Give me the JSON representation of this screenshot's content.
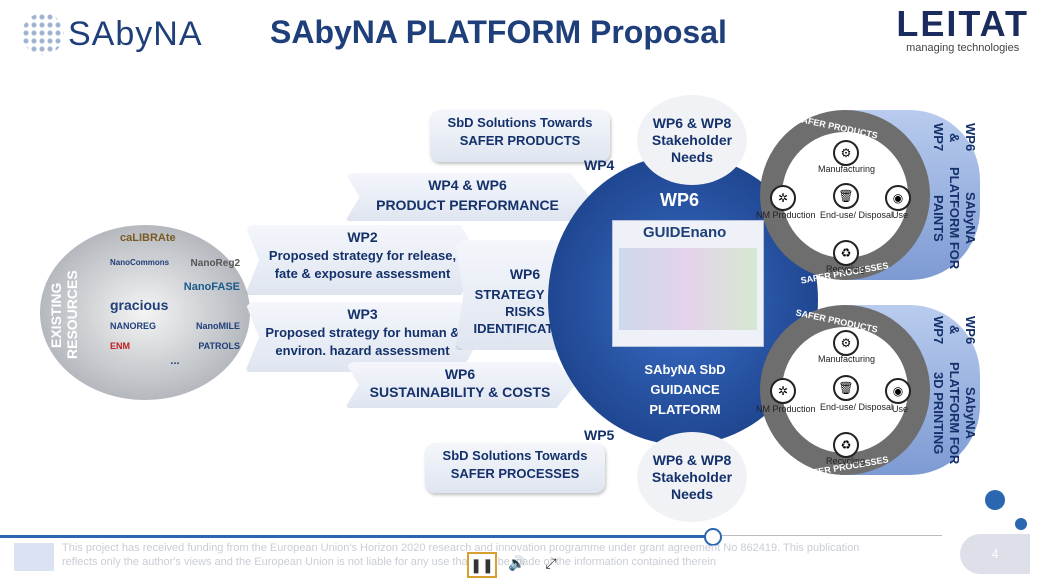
{
  "header": {
    "logo_left": "SAbyNA",
    "title": "SAbyNA PLATFORM Proposal",
    "logo_right_name": "LEITAT",
    "logo_right_sub": "managing technologies"
  },
  "resources": {
    "label": "EXISTING RESOURCES",
    "items": [
      "caLIBRAte",
      "NanoCommons",
      "NanoReg2",
      "NanoFASE",
      "gracious",
      "NANOREG",
      "NanoMILE",
      "ENM",
      "PATROLS",
      "..."
    ]
  },
  "left_boxes": {
    "sbd_products": "SbD Solutions Towards SAFER PRODUCTS",
    "wp4": "WP4",
    "perf_header": "WP4 & WP6",
    "perf_label": "PRODUCT PERFORMANCE",
    "wp2_title": "WP2",
    "wp2_text": "Proposed strategy for release, fate & exposure assessment",
    "wp3_title": "WP3",
    "wp3_text": "Proposed strategy for human & environ. hazard assessment",
    "wp6_mid_title": "WP6",
    "wp6_mid_text": "STRATEGY FOR RISKS IDENTIFICATION",
    "sust_header": "WP6",
    "sust_label": "SUSTAINABILITY & COSTS",
    "wp5": "WP5",
    "sbd_processes": "SbD Solutions Towards SAFER PROCESSES"
  },
  "center": {
    "wp6": "WP6",
    "guide": "GUIDEnano",
    "platform": "SAbyNA SbD GUIDANCE PLATFORM",
    "stakeholder_top": "WP6 & WP8 Stakeholder Needs",
    "stakeholder_bottom": "WP6 & WP8 Stakeholder Needs"
  },
  "cycles": [
    {
      "top": "SAFER PRODUCTS",
      "bottom": "SAFER PROCESSES",
      "nodes": [
        "Manufacturing",
        "NM Production",
        "End-use/ Disposal",
        "Use",
        "Recycling"
      ],
      "side_title": "WP6 & WP7",
      "side_text": "SAbyNA PLATFORM FOR PAINTS"
    },
    {
      "top": "SAFER PRODUCTS",
      "bottom": "SAFER PROCESSES",
      "nodes": [
        "Manufacturing",
        "NM Production",
        "End-use/ Disposal",
        "Use",
        "Recycling"
      ],
      "side_title": "WP6 & WP7",
      "side_text": "SAbyNA PLATFORM FOR 3D PRINTING"
    }
  ],
  "footer": {
    "text": "This project has received funding from the European Union's Horizon 2020 research and innovation programme under grant agreement No 862419. This publication reflects only the author's views and the European Union is not liable for any use that may be made of the information contained therein",
    "slide_number": "4",
    "pause_icon": "pause-icon",
    "volume_icon": "volume-icon",
    "expand_icon": "expand-icon"
  }
}
